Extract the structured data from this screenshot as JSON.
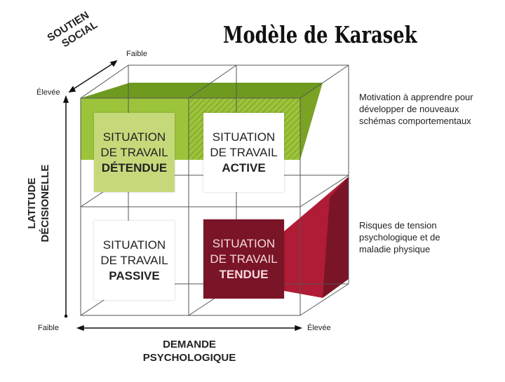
{
  "title": "Modèle de Karasek",
  "axes": {
    "social_support": {
      "line1": "SOUTIEN",
      "line2": "SOCIAL",
      "low": "Faible",
      "high": "Élevée"
    },
    "decision_latitude": {
      "line1": "LATITUDE",
      "line2": "DÉCISIONELLE",
      "high": "Élevée"
    },
    "psychological_demand": {
      "line1": "DEMANDE",
      "line2": "PSYCHOLOGIQUE",
      "low": "Faible",
      "high": "Élevée"
    }
  },
  "quadrants": {
    "relaxed": {
      "line1": "SITUATION",
      "line2": "DE TRAVAIL",
      "line3": "DÉTENDUE"
    },
    "active": {
      "line1": "SITUATION",
      "line2": "DE TRAVAIL",
      "line3": "ACTIVE"
    },
    "passive": {
      "line1": "SITUATION",
      "line2": "DE TRAVAIL",
      "line3": "PASSIVE"
    },
    "strained": {
      "line1": "SITUATION",
      "line2": "DE TRAVAIL",
      "line3": "TENDUE"
    }
  },
  "notes": {
    "motivation": "Motivation à apprendre pour développer de nouveaux schémas comportementaux",
    "risk": "Risques de tension psychologique et de maladie physique"
  },
  "colors": {
    "green": "#8db52c",
    "green_light": "#c5d97a",
    "red": "#b01c35",
    "dark_red": "#7a1427"
  }
}
